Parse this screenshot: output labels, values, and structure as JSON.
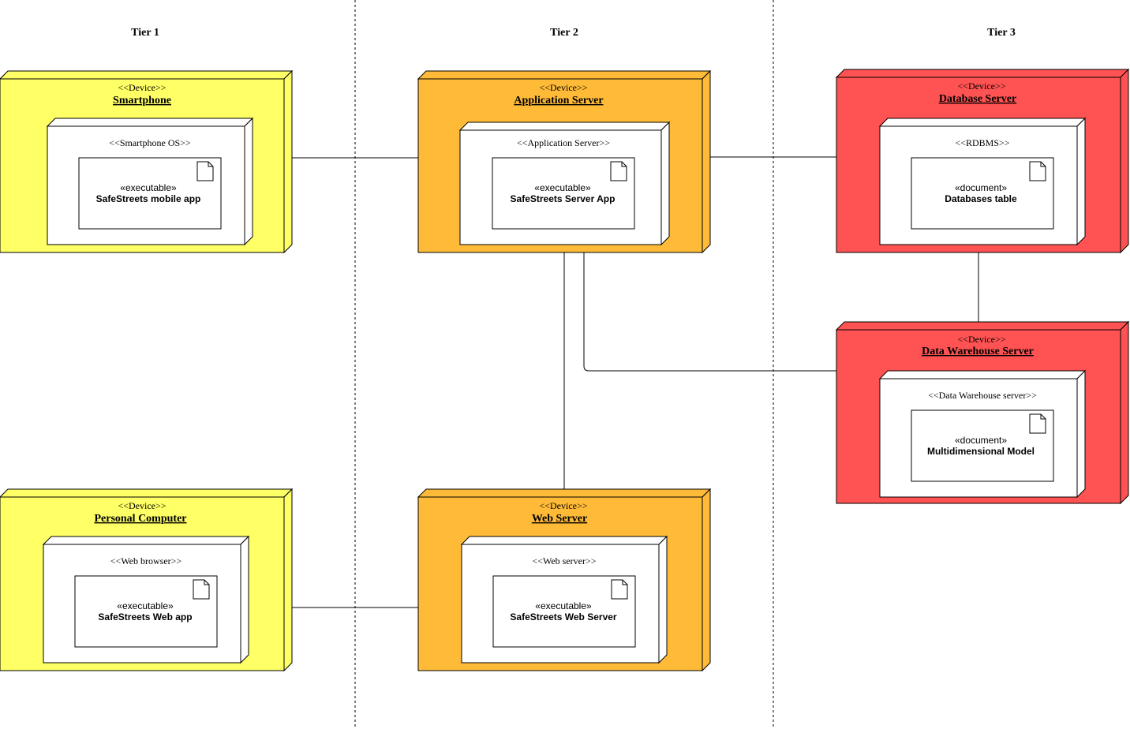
{
  "tiers": [
    "Tier 1",
    "Tier 2",
    "Tier 3"
  ],
  "colors": {
    "client": "#ffff66",
    "server": "#ffbb38",
    "data": "#ff5252",
    "inner": "#ffffff",
    "stroke": "#000000"
  },
  "nodes": {
    "smartphone": {
      "stereotype": "<<Device>>",
      "title": "Smartphone",
      "env": "<<Smartphone OS>>",
      "artifact_stereotype": "«executable»",
      "artifact_name": "SafeStreets mobile app"
    },
    "app_server": {
      "stereotype": "<<Device>>",
      "title": "Application Server",
      "env": "<<Application Server>>",
      "artifact_stereotype": "«executable»",
      "artifact_name": "SafeStreets Server App"
    },
    "db_server": {
      "stereotype": "<<Device>>",
      "title": "Database Server",
      "env": "<<RDBMS>>",
      "artifact_stereotype": "«document»",
      "artifact_name": "Databases table"
    },
    "dw_server": {
      "stereotype": "<<Device>>",
      "title": "Data Warehouse Server",
      "env": "<<Data Warehouse server>>",
      "artifact_stereotype": "«document»",
      "artifact_name": "Multidimensional Model"
    },
    "pc": {
      "stereotype": "<<Device>>",
      "title": "Personal Computer",
      "env": "<<Web browser>>",
      "artifact_stereotype": "«executable»",
      "artifact_name": "SafeStreets Web app"
    },
    "web_server": {
      "stereotype": "<<Device>>",
      "title": "Web Server",
      "env": "<<Web server>>",
      "artifact_stereotype": "«executable»",
      "artifact_name": "SafeStreets Web Server"
    }
  }
}
